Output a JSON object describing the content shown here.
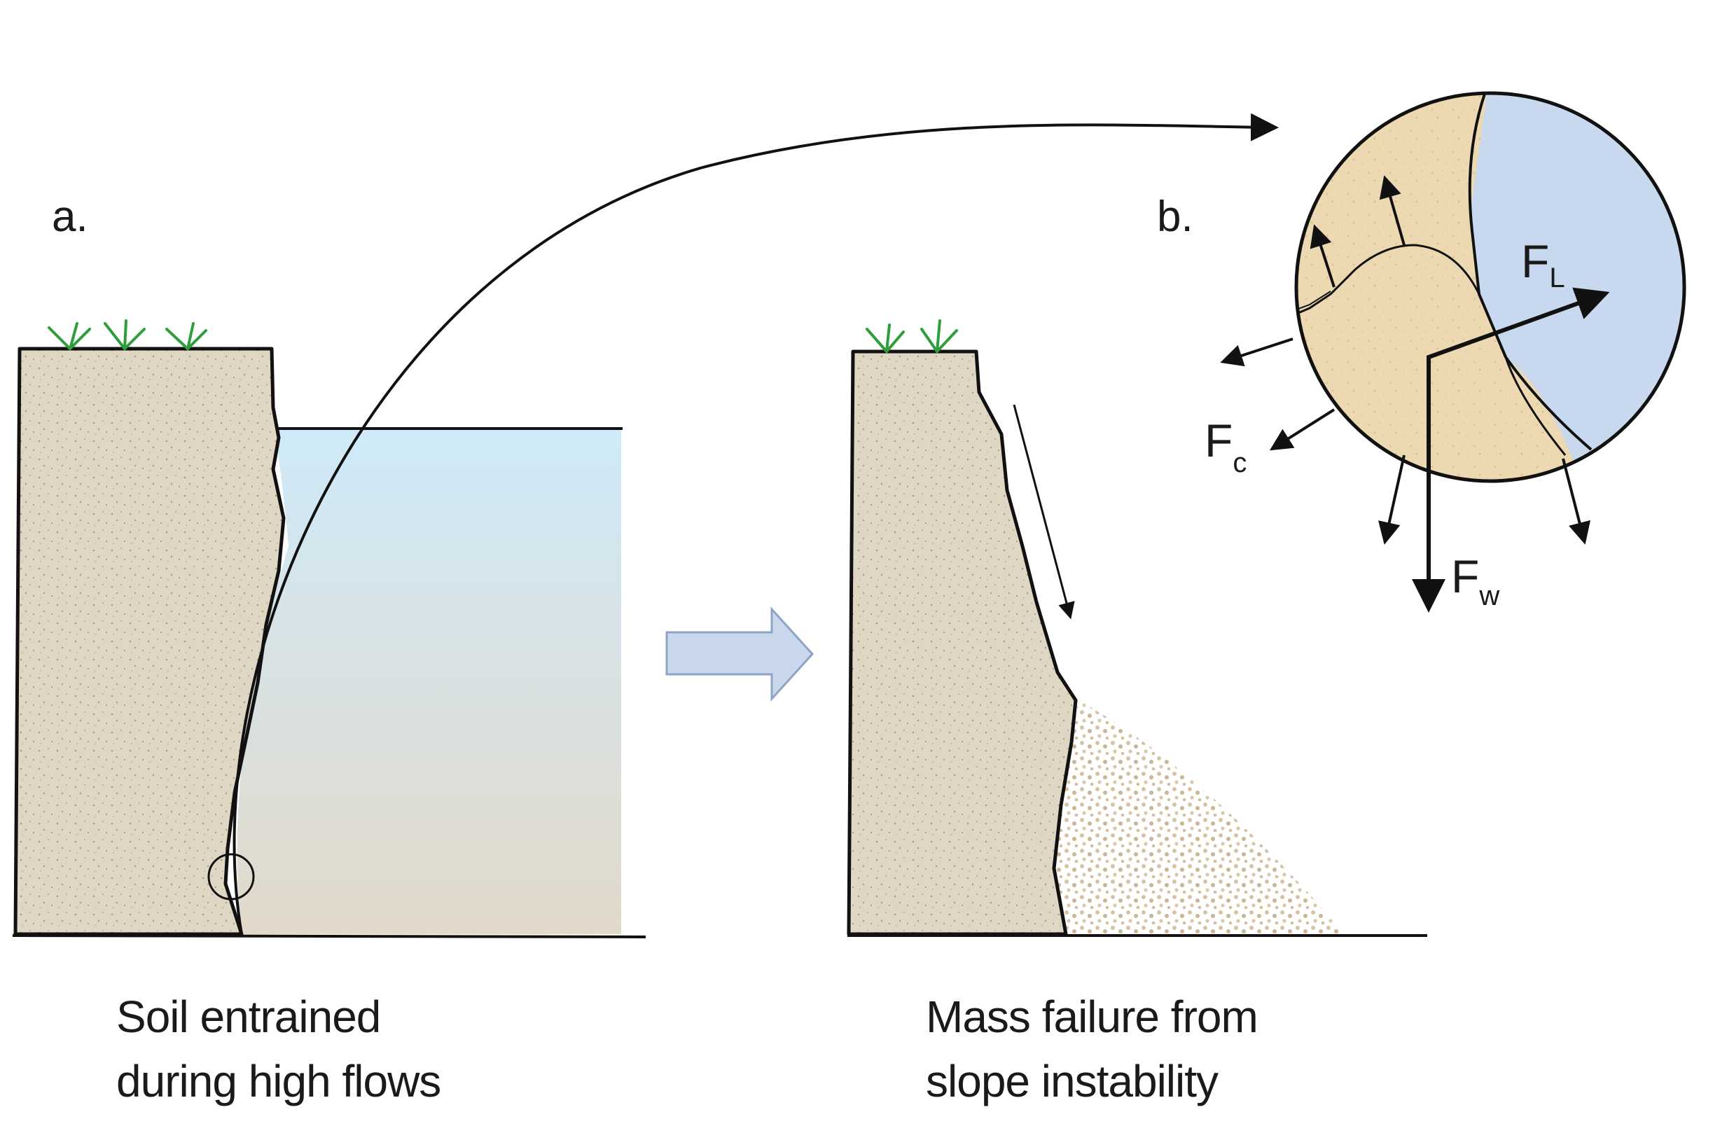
{
  "panel_a": {
    "label": "a.",
    "caption_line1": "Soil entrained",
    "caption_line2": "during high flows"
  },
  "panel_b": {
    "label": "b.",
    "forces": [
      {
        "symbol": "F",
        "subscript": "L"
      },
      {
        "symbol": "F",
        "subscript": "c"
      },
      {
        "symbol": "F",
        "subscript": "w"
      }
    ]
  },
  "panel_mass_failure": {
    "caption_line1": "Mass failure from",
    "caption_line2": "slope instability"
  },
  "colors": {
    "soil": "#e0d6c4",
    "soil_zoom": "#ecd9b2",
    "water_top": "#cfeaf9",
    "water_bottom": "#e2d9ca",
    "water_zoom": "#c7d8ef",
    "process_arrow": "#cad8ee",
    "vegetation": "#2e9e3a",
    "outline": "#111111"
  }
}
